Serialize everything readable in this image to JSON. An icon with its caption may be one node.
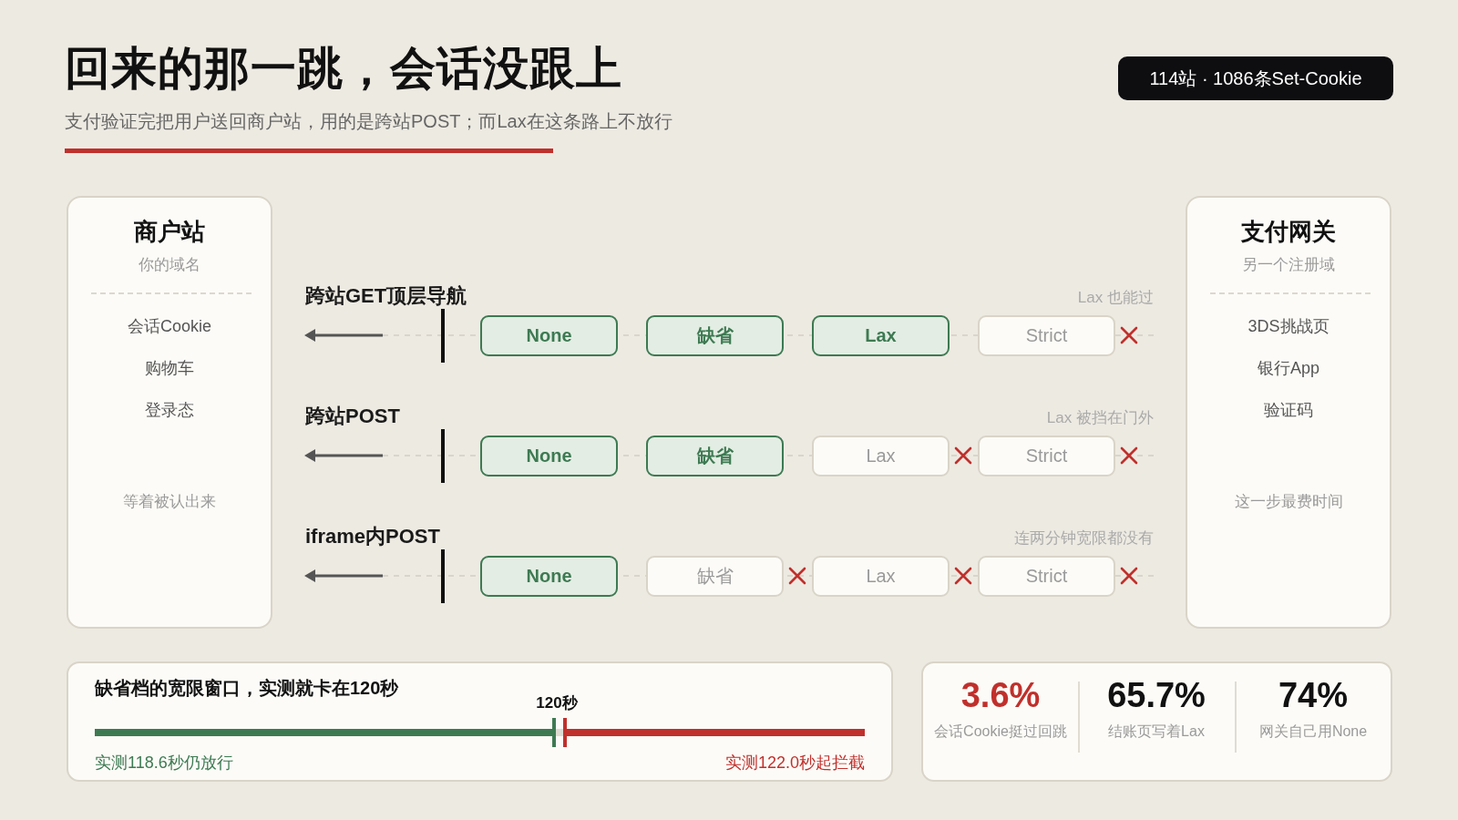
{
  "diagram": {
    "title": "回来的那一跳，会话没跟上",
    "nodes": [
      {
        "text": [
          "114站 · 1086条Set-Cookie"
        ]
      },
      {
        "text": [
          "商户站",
          "你的域名",
          "会话Cookie",
          "购物车",
          "登录态",
          "等着被认出来"
        ]
      },
      {
        "text": [
          "None"
        ]
      },
      {
        "text": [
          "缺省"
        ]
      },
      {
        "text": [
          "Lax"
        ]
      },
      {
        "text": [
          "Strict"
        ]
      },
      {
        "text": [
          "None"
        ]
      },
      {
        "text": [
          "缺省"
        ]
      },
      {
        "text": [
          "Lax"
        ]
      },
      {
        "text": [
          "Strict"
        ]
      },
      {
        "text": [
          "None"
        ]
      },
      {
        "text": [
          "缺省"
        ]
      },
      {
        "text": [
          "Lax"
        ]
      },
      {
        "text": [
          "Strict"
        ]
      },
      {
        "text": [
          "支付网关",
          "另一个注册域",
          "3DS挑战页",
          "银行App",
          "验证码",
          "这一步最费时间"
        ]
      },
      {
        "text": [
          "缺省档的宽限窗口，实测就卡在120秒",
          "120秒",
          "实测118.6秒仍放行",
          "实测122.0秒起拦截"
        ]
      },
      {
        "text": [
          "3.6%",
          "会话Cookie挺过回跳",
          "65.7%",
          "结账页写着Lax",
          "74%",
          "网关自己用None"
        ]
      }
    ],
    "labels": [
      "支付验证完把用户送回商户站，用的是跨站POST；而Lax在这条路上不放行",
      "跨站GET顶层导航",
      "Lax 也能过",
      "跨站POST",
      "Lax 被挡在门外",
      "iframe内POST",
      "连两分钟宽限都没有"
    ]
  }
}
